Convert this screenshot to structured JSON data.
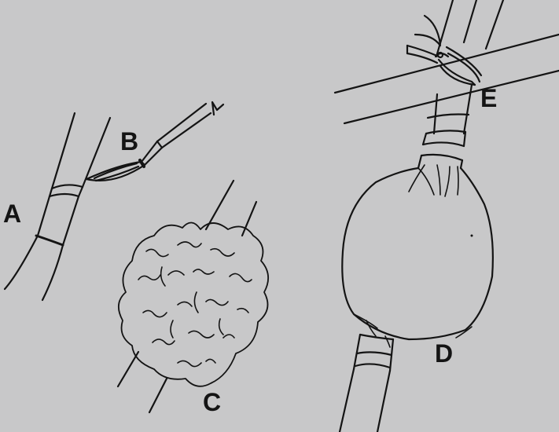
{
  "figure": {
    "labels": {
      "a": "A",
      "b": "B",
      "c": "C",
      "d": "D",
      "e": "E"
    },
    "colors": {
      "background": "#c8c8c9",
      "ink": "#141414"
    }
  }
}
